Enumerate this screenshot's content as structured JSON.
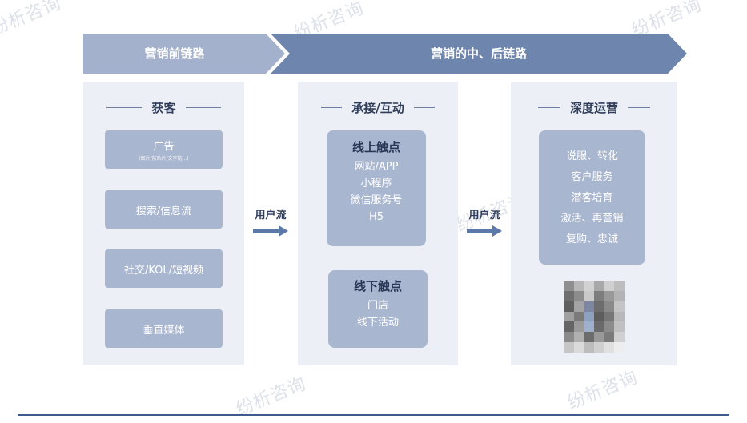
{
  "banners": {
    "left": "营销前链路",
    "right": "营销的中、后链路"
  },
  "panels": {
    "acquire": {
      "title": "获客",
      "items": [
        {
          "label": "广告",
          "sub": "(图片/前贴片/文字链...)"
        },
        {
          "label": "搜索/信息流"
        },
        {
          "label": "社交/KOL/短视频"
        },
        {
          "label": "垂直媒体"
        }
      ]
    },
    "interact": {
      "title": "承接/互动",
      "online": {
        "title": "线上触点",
        "items": [
          "网站/APP",
          "小程序",
          "微信服务号",
          "H5"
        ]
      },
      "offline": {
        "title": "线下触点",
        "items": [
          "门店",
          "线下活动"
        ]
      }
    },
    "operate": {
      "title": "深度运营",
      "items": [
        "说服、转化",
        "客户服务",
        "潜客培育",
        "激活、再营销",
        "复购、忠诚"
      ]
    }
  },
  "flows": [
    "用户流",
    "用户流"
  ],
  "watermark": "纷析咨询",
  "colors": {
    "banner_left": "#a3b1cc",
    "banner_right": "#6e85ad",
    "panel_bg": "#eceff5",
    "box": "#a9b6d0",
    "arrow": "#5c78a8",
    "rule": "#3f5a8e"
  }
}
